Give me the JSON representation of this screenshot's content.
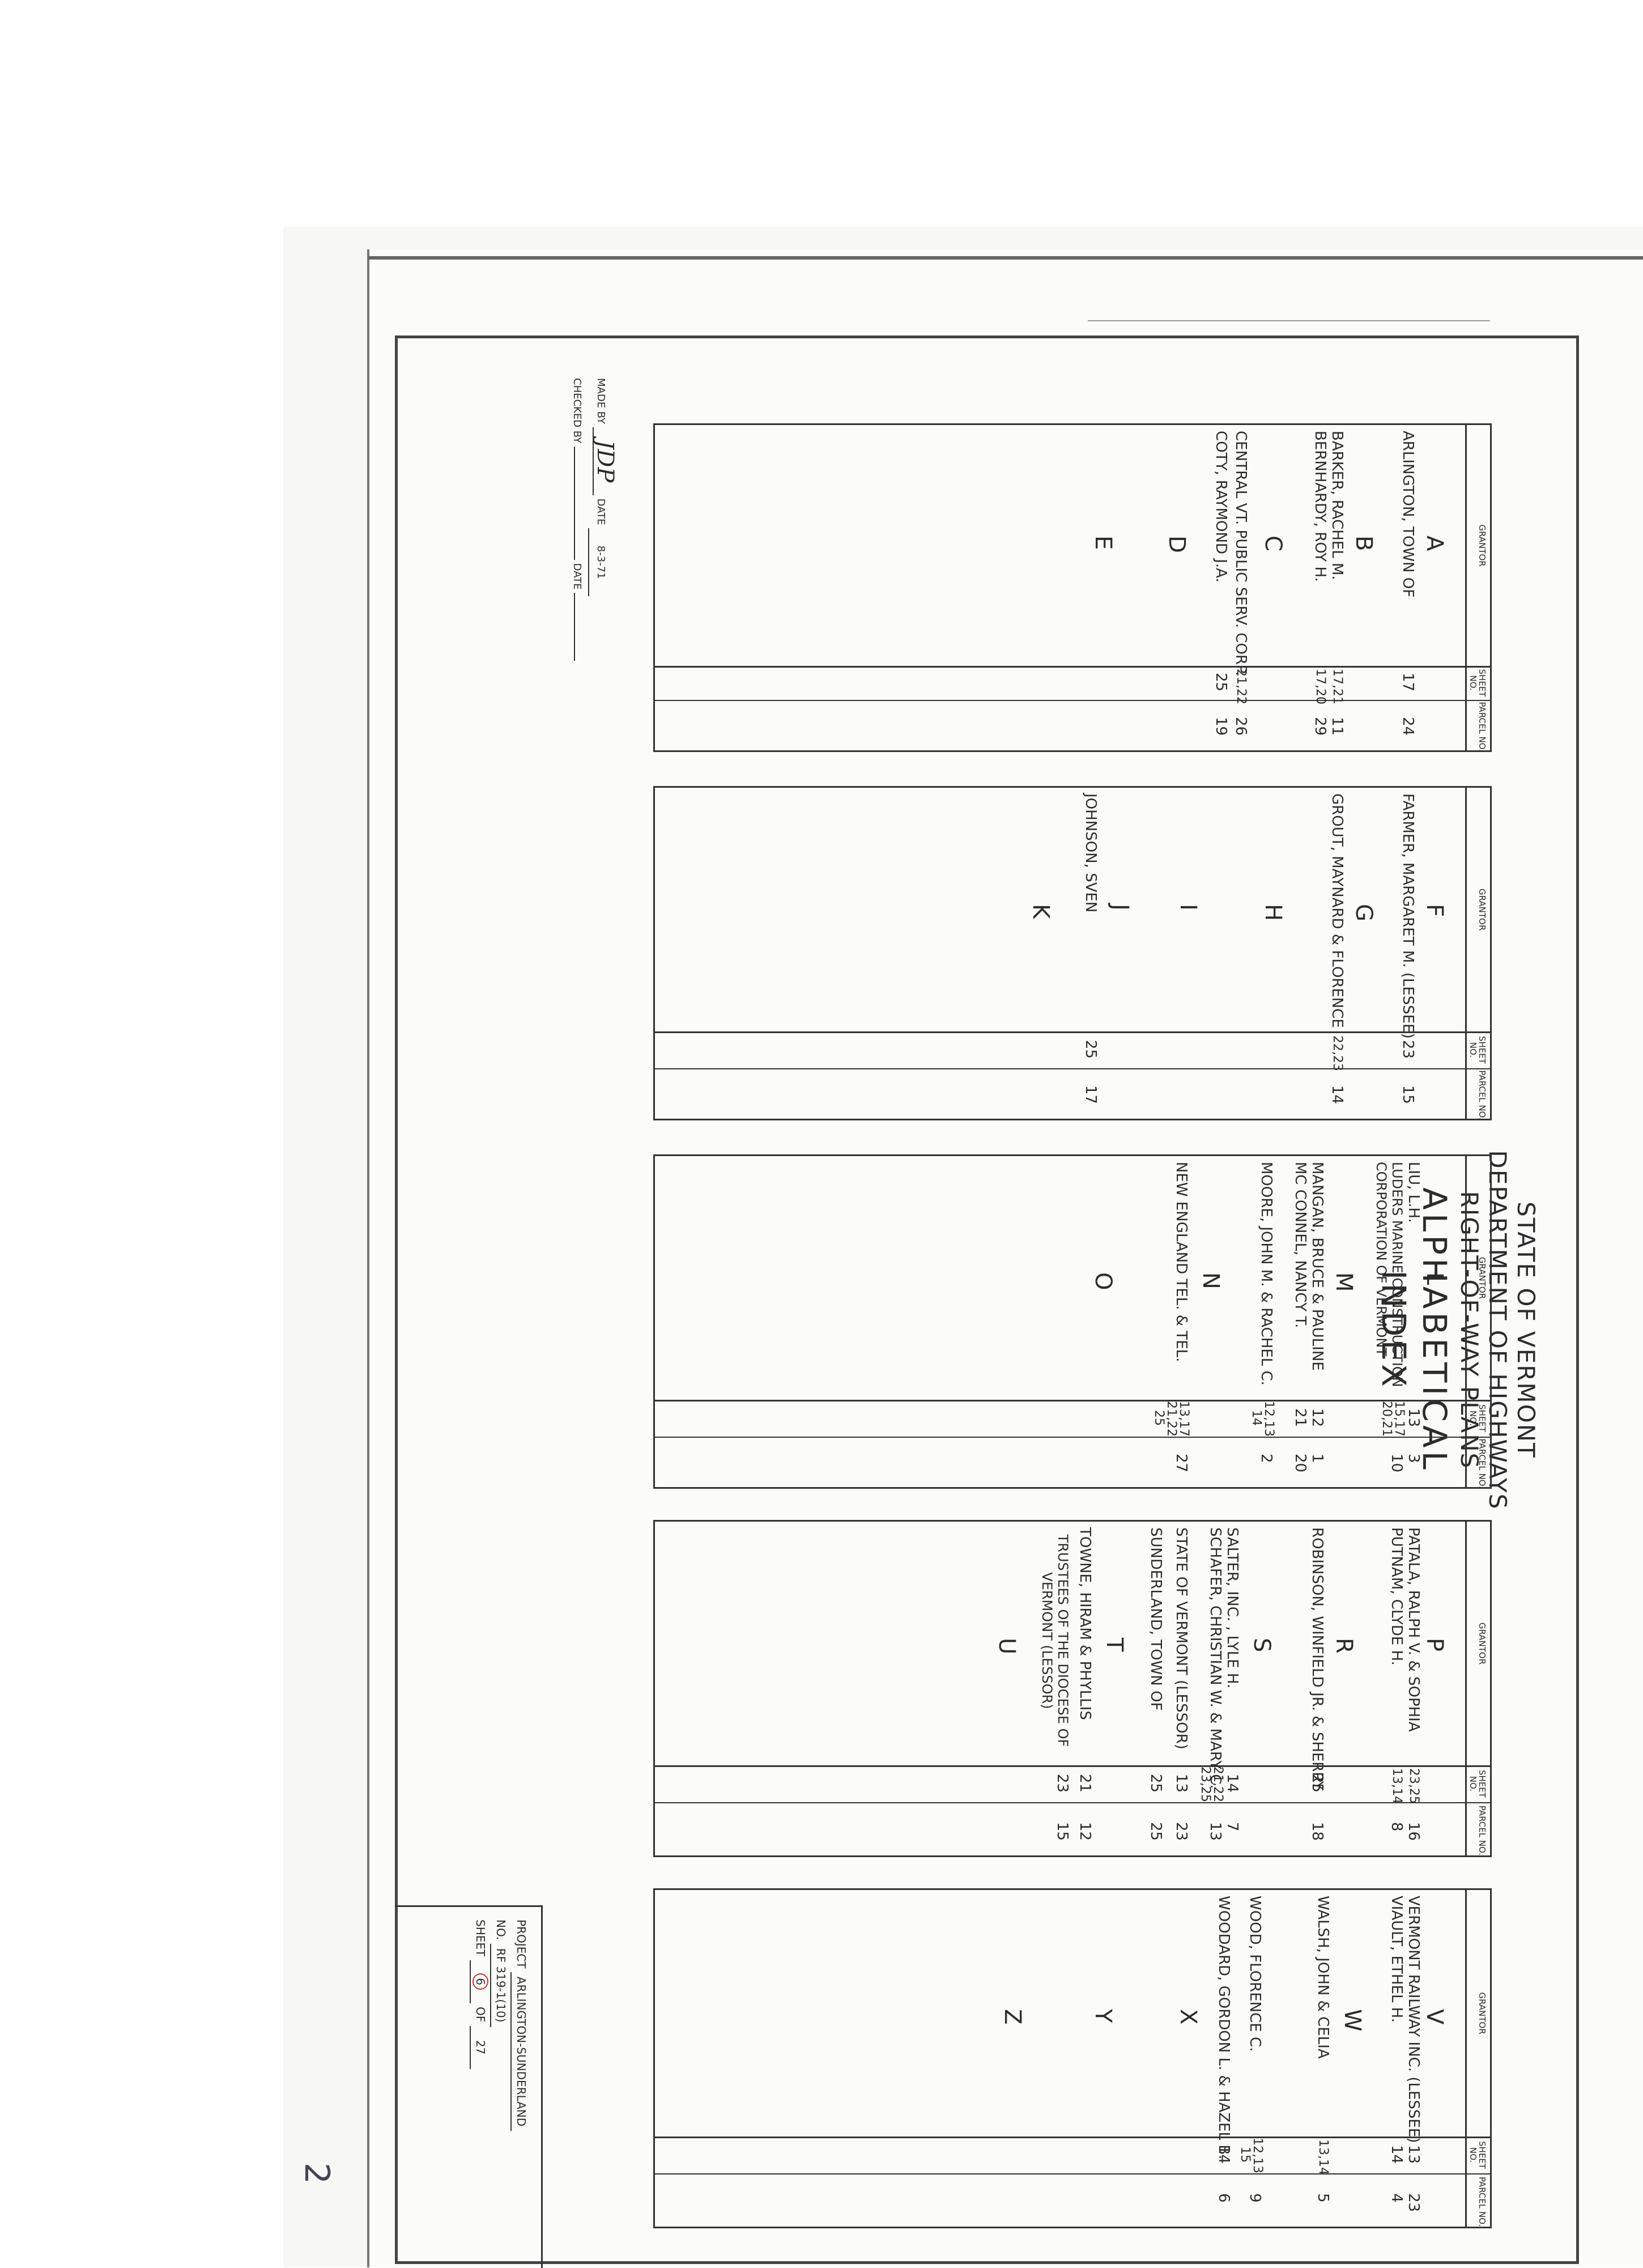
{
  "title": {
    "line1": "STATE OF VERMONT",
    "line2": "DEPARTMENT OF HIGHWAYS",
    "line3": "RIGHT-OF-WAY PLANS",
    "line4": "ALPHABETICAL INDEX"
  },
  "headers": {
    "grantor": "GRANTOR",
    "sheet": "SHEET NO.",
    "parcel": "PARCEL NO."
  },
  "groups": [
    {
      "letters": [
        "A",
        "B",
        "C",
        "D",
        "E"
      ],
      "rows": [
        {
          "grantor": "ARLINGTON, TOWN OF",
          "sheet": "17",
          "parcel": "24"
        },
        {
          "grantor": "BARKER, RACHEL M.",
          "sheet": "17,21",
          "parcel": "11"
        },
        {
          "grantor": "BERNHARDY, ROY H.",
          "sheet": "17,20",
          "parcel": "29"
        },
        {
          "grantor": "CENTRAL VT. PUBLIC SERV. CORP.",
          "sheet": "21,22",
          "parcel": "26"
        },
        {
          "grantor": "COTY, RAYMOND J.A.",
          "sheet": "25",
          "parcel": "19"
        }
      ]
    },
    {
      "letters": [
        "F",
        "G",
        "H",
        "I",
        "J",
        "K"
      ],
      "rows": [
        {
          "grantor": "FARMER, MARGARET M. (LESSEE)",
          "sheet": "23",
          "parcel": "15"
        },
        {
          "grantor": "GROUT, MAYNARD & FLORENCE",
          "sheet": "22,23",
          "parcel": "14"
        },
        {
          "grantor": "JOHNSON, SVEN",
          "sheet": "25",
          "parcel": "17"
        }
      ]
    },
    {
      "letters": [
        "L",
        "M",
        "N",
        "O"
      ],
      "rows": [
        {
          "grantor": "LIU, L.H.",
          "sheet": "13",
          "parcel": "3"
        },
        {
          "grantor": "LUDERS MARINE CONSTRUCTION CORPORATION OF VERMONT",
          "sheet": "15,17 20,21",
          "parcel": "10"
        },
        {
          "grantor": "MANGAN, BRUCE & PAULINE",
          "sheet": "12",
          "parcel": "1"
        },
        {
          "grantor": "MC CONNEL, NANCY T.",
          "sheet": "21",
          "parcel": "20"
        },
        {
          "grantor": "MOORE, JOHN M. & RACHEL C.",
          "sheet": "12,13 14",
          "parcel": "2"
        },
        {
          "grantor": "NEW ENGLAND TEL. & TEL.",
          "sheet": "13,17 21,22 25",
          "parcel": "27"
        }
      ]
    },
    {
      "letters": [
        "P",
        "R",
        "S",
        "T",
        "U"
      ],
      "rows": [
        {
          "grantor": "PATALA, RALPH V. & SOPHIA",
          "sheet": "23,25",
          "parcel": "16"
        },
        {
          "grantor": "PUTNAM, CLYDE H.",
          "sheet": "13,14",
          "parcel": "8"
        },
        {
          "grantor": "ROBINSON, WINFIELD JR. & SHERRY",
          "sheet": "25",
          "parcel": "18"
        },
        {
          "grantor": "SALTER, INC. , LYLE H.",
          "sheet": "14",
          "parcel": "7"
        },
        {
          "grantor": "SCHAFER, CHRISTIAN W. & MARY C.",
          "sheet": "21,22 23,25",
          "parcel": "13"
        },
        {
          "grantor": "STATE OF VERMONT (LESSOR)",
          "sheet": "13",
          "parcel": "23"
        },
        {
          "grantor": "SUNDERLAND, TOWN OF",
          "sheet": "25",
          "parcel": "25"
        },
        {
          "grantor": "TOWNE, HIRAM & PHYLLIS",
          "sheet": "21",
          "parcel": "12"
        },
        {
          "grantor": "TRUSTEES OF THE DIOCESE OF VERMONT (LESSOR)",
          "sheet": "23",
          "parcel": "15"
        }
      ]
    },
    {
      "letters": [
        "V",
        "W",
        "X",
        "Y",
        "Z"
      ],
      "rows": [
        {
          "grantor": "VERMONT RAILWAY INC. (LESSEE)",
          "sheet": "13",
          "parcel": "23"
        },
        {
          "grantor": "VIAULT, ETHEL H.",
          "sheet": "14",
          "parcel": "4"
        },
        {
          "grantor": "WALSH, JOHN & CELIA",
          "sheet": "13,14",
          "parcel": "5"
        },
        {
          "grantor": "WOOD, FLORENCE C.",
          "sheet": "12,13 15",
          "parcel": "9"
        },
        {
          "grantor": "WOODARD, GORDON L. & HAZEL B.",
          "sheet": "14",
          "parcel": "6"
        }
      ]
    }
  ],
  "footer": {
    "made_by_label": "MADE BY",
    "made_by_value": "JDP",
    "date_label": "DATE",
    "made_date": "8-3-71",
    "checked_by_label": "CHECKED BY",
    "checked_date_label": "DATE"
  },
  "project": {
    "project_label": "PROJECT",
    "project_name": "ARLINGTON-SUNDERLAND",
    "no_label": "NO.",
    "project_no": "RF 319-1(10)",
    "sheet_label": "SHEET",
    "sheet_no": "6",
    "of_label": "OF",
    "sheet_total": "27"
  },
  "margin_mark": "2"
}
